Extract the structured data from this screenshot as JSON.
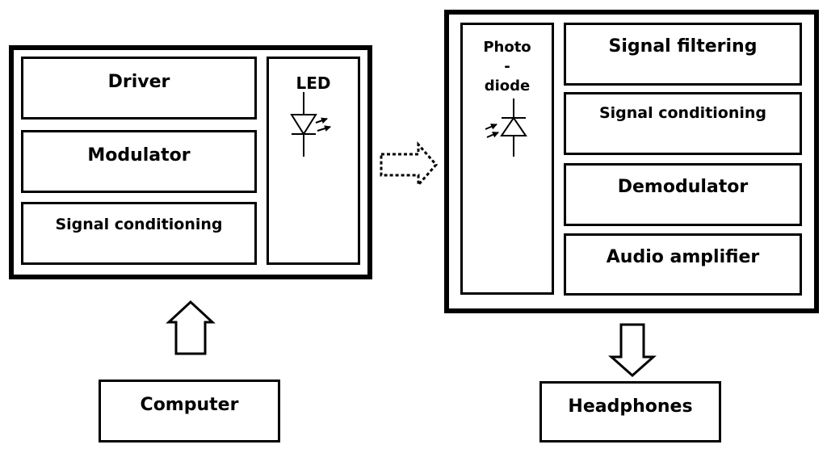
{
  "transmitter": {
    "driver": "Driver",
    "modulator": "Modulator",
    "signal_conditioning": "Signal conditioning",
    "led": "LED"
  },
  "receiver": {
    "photodiode_line1": "Photo",
    "photodiode_line2": "-",
    "photodiode_line3": "diode",
    "signal_filtering": "Signal filtering",
    "signal_conditioning": "Signal conditioning",
    "demodulator": "Demodulator",
    "audio_amplifier": "Audio amplifier"
  },
  "source": "Computer",
  "sink": "Headphones",
  "icons": {
    "led": "led-symbol-icon",
    "photodiode": "photodiode-symbol-icon",
    "up_arrow": "hollow-up-arrow-icon",
    "down_arrow": "hollow-down-arrow-icon",
    "link_arrow": "dashed-right-arrow-icon"
  }
}
